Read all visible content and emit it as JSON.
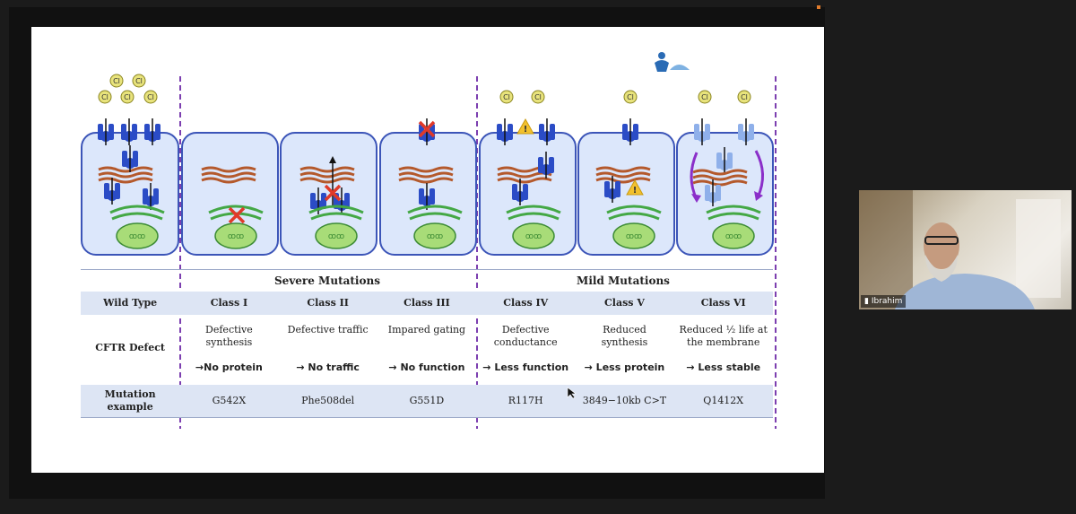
{
  "webcam": {
    "participant_name": "Ibrahim"
  },
  "slide": {
    "groups": {
      "severe": "Severe Mutations",
      "mild": "Mild Mutations"
    },
    "columns": [
      "Wild Type",
      "Class I",
      "Class II",
      "Class III",
      "Class IV",
      "Class V",
      "Class VI"
    ],
    "row_label_defect": "CFTR Defect",
    "defects": [
      "",
      "Defective synthesis",
      "Defective traffic",
      "Impared gating",
      "Defective conductance",
      "Reduced synthesis",
      "Reduced ½ life at the membrane"
    ],
    "effects": [
      "",
      "→No protein",
      "→ No traffic",
      "→ No function",
      "→ Less function",
      "→ Less protein",
      "→ Less stable"
    ],
    "row_label_mutation": "Mutation example",
    "mutations": [
      "G542X",
      "Phe508del",
      "G551D",
      "R117H",
      "3849−10kb C>T",
      "Q1412X"
    ],
    "ion_label": "Cl",
    "colors": {
      "cell_border": "#3c55b8",
      "cell_fill": "#dce7fb",
      "divider": "#7c3fb0",
      "protein": "#2b4cc6",
      "protein_light": "#8fb0ea",
      "er": "#b4592c",
      "golgi": "#44a845",
      "nucleus": "#a8dc78",
      "ion": "#e8e37c",
      "cross": "#e03a2a",
      "warning": "#f2c12e",
      "header_band": "#dde5f4"
    }
  }
}
